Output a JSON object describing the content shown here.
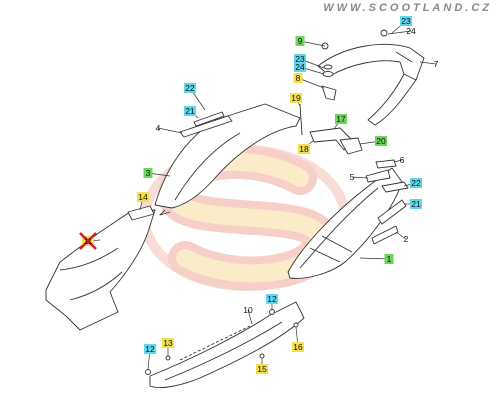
{
  "watermark": "WWW.SCOOTLAND.CZ",
  "colors": {
    "yellow": "#f4e04d",
    "green": "#6fd35f",
    "cyan": "#5fd7ee",
    "red": "#e01b1b",
    "logo_red": "#f4c6c0",
    "logo_yellow": "#fbe8b0",
    "stroke": "#333333"
  },
  "callouts": [
    {
      "id": "c23a",
      "label": "23",
      "color": "cyan"
    },
    {
      "id": "c24a",
      "label": "24",
      "color": "none"
    },
    {
      "id": "c9",
      "label": "9",
      "color": "green"
    },
    {
      "id": "c23b",
      "label": "23",
      "color": "cyan"
    },
    {
      "id": "c24b",
      "label": "24",
      "color": "cyan"
    },
    {
      "id": "c7",
      "label": "7",
      "color": "none"
    },
    {
      "id": "c8",
      "label": "8",
      "color": "yellow"
    },
    {
      "id": "c22a",
      "label": "22",
      "color": "cyan"
    },
    {
      "id": "c21a",
      "label": "21",
      "color": "cyan"
    },
    {
      "id": "c19",
      "label": "19",
      "color": "yellow"
    },
    {
      "id": "c4",
      "label": "4",
      "color": "none"
    },
    {
      "id": "c17",
      "label": "17",
      "color": "green"
    },
    {
      "id": "c20",
      "label": "20",
      "color": "green"
    },
    {
      "id": "c18",
      "label": "18",
      "color": "yellow"
    },
    {
      "id": "c6",
      "label": "6",
      "color": "none"
    },
    {
      "id": "c3",
      "label": "3",
      "color": "green"
    },
    {
      "id": "c5",
      "label": "5",
      "color": "none"
    },
    {
      "id": "c22b",
      "label": "22",
      "color": "cyan"
    },
    {
      "id": "c14",
      "label": "14",
      "color": "yellow"
    },
    {
      "id": "c21b",
      "label": "21",
      "color": "cyan"
    },
    {
      "id": "c2",
      "label": "2",
      "color": "none"
    },
    {
      "id": "c11",
      "label": "11",
      "color": "yellow"
    },
    {
      "id": "c1",
      "label": "1",
      "color": "green"
    },
    {
      "id": "c12a",
      "label": "12",
      "color": "cyan"
    },
    {
      "id": "c10",
      "label": "10",
      "color": "none"
    },
    {
      "id": "c16",
      "label": "16",
      "color": "yellow"
    },
    {
      "id": "c13",
      "label": "13",
      "color": "yellow"
    },
    {
      "id": "c12b",
      "label": "12",
      "color": "cyan"
    },
    {
      "id": "c15",
      "label": "15",
      "color": "yellow"
    }
  ]
}
